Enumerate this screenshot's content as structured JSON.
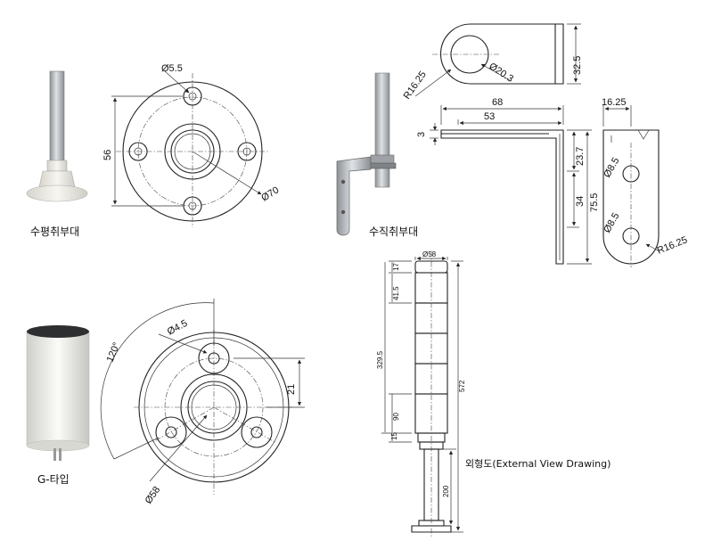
{
  "captions": {
    "horizontal_mount": "수평취부대",
    "vertical_mount": "수직취부대",
    "g_type": "G-타입",
    "external_view": "외형도(External View Drawing)"
  },
  "horizontal_base": {
    "hole_dia": "Ø5.5",
    "height": "56",
    "outer_dia": "Ø70"
  },
  "bracket_top": {
    "width": "32.5",
    "radius": "R16.25",
    "hole_dia": "Ø20.3"
  },
  "bracket_side": {
    "length_total": "68",
    "length_inner": "53",
    "thickness": "3",
    "height_a": "23.7",
    "height_b": "34",
    "height_total": "75.5"
  },
  "bracket_front": {
    "width": "16.25",
    "hole_a": "Ø8.5",
    "hole_b": "Ø8.5",
    "radius": "R16.25"
  },
  "g_type_base": {
    "hole_dia": "Ø4.5",
    "angle": "120°",
    "offset": "21",
    "outer_dia": "Ø58"
  },
  "tower": {
    "top_dia": "Ø58",
    "cap": "17",
    "module": "41.5",
    "body": "329.5",
    "base_module": "90",
    "base_gap": "15",
    "total": "572",
    "pole": "200"
  },
  "colors": {
    "line": "#222222",
    "pole": "#b9bcc0",
    "base": "#ecebe6"
  }
}
